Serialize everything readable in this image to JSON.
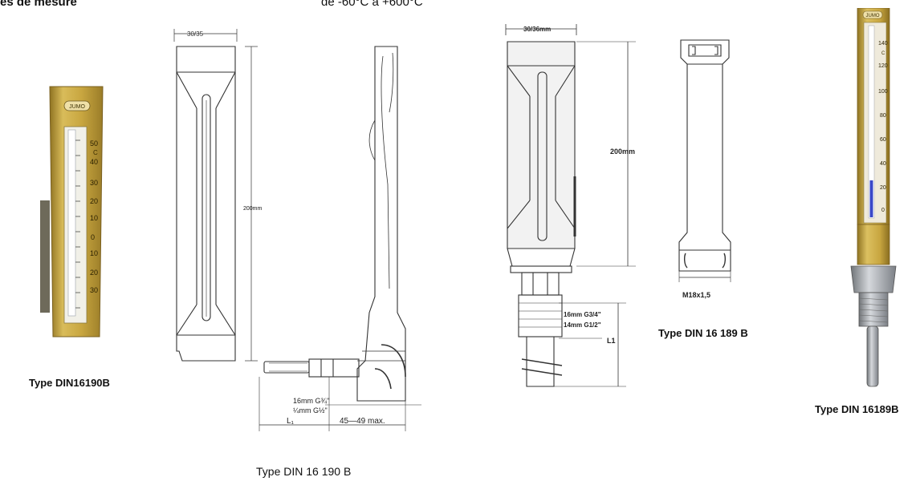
{
  "header": {
    "left_title": "es de mesure",
    "range_text": "de -60°C à +600°C"
  },
  "photo_left": {
    "brand": "JUMO",
    "scale_unit": "C",
    "scale_labels": [
      "50",
      "40",
      "30",
      "20",
      "10",
      "0",
      "10",
      "20",
      "30"
    ],
    "caption": "Type DIN16190B"
  },
  "drawing_190": {
    "dim_width": "30/35",
    "dim_height": "200mm",
    "thread_line1": "16mm G¾\"",
    "thread_line2": "¼mm G½\"",
    "dim_l1": "L₁",
    "dim_max": "45—49 max.",
    "caption": "Type DIN 16 190 B"
  },
  "drawing_189": {
    "dim_width": "30/36mm",
    "dim_height": "200mm",
    "thread_line1": "16mm G3/4\"",
    "thread_line2": "14mm G1/2\"",
    "dim_l1": "L1",
    "dim_thread": "M18x1,5",
    "caption": "Type DIN 16 189 B"
  },
  "photo_right": {
    "brand": "JUMO",
    "scale_unit": "C",
    "scale_labels": [
      "140",
      "120",
      "100",
      "80",
      "60",
      "40",
      "20",
      "0"
    ],
    "caption": "Type DIN 16189B"
  },
  "colors": {
    "brass": "#c8a640",
    "brass_dark": "#8f7322",
    "mercury": "#3a48c8",
    "steel": "#a9adb2"
  }
}
